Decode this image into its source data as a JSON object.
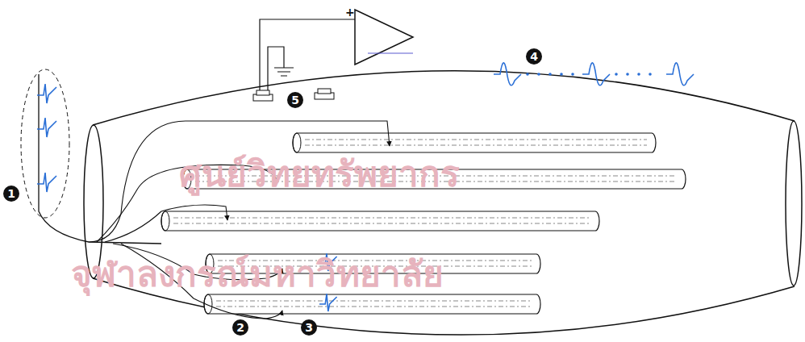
{
  "diagram": {
    "labels": [
      "1",
      "2",
      "3",
      "4",
      "5",
      "+",
      "ศูนย์วิทยทรัพยากร",
      "จุฬาลงกรณ์มหาวิทยาลัย"
    ]
  }
}
